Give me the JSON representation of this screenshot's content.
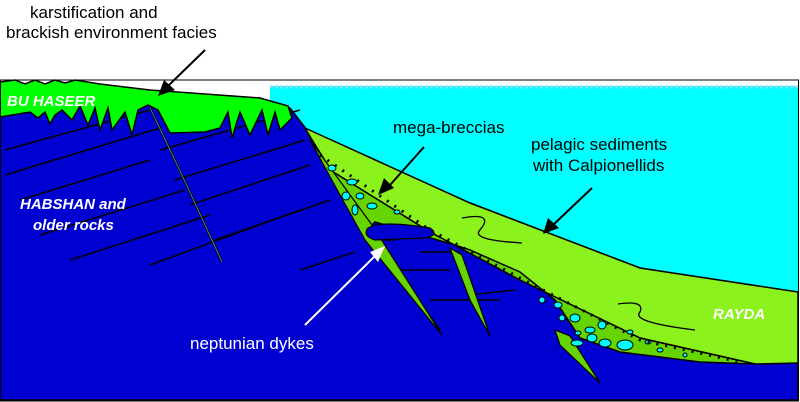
{
  "colors": {
    "sea": "#00ffff",
    "basement": "#0000d0",
    "bu_haseer": "#00ff00",
    "pelagic": "#8cf21e",
    "breccia": "#66d400",
    "outline": "#000000"
  },
  "labels": {
    "karst_line1": "karstification and",
    "karst_line2": "brackish environment facies",
    "bu_haseer": "BU HASEER",
    "habshan_line1": "HABSHAN and",
    "habshan_line2": "older rocks",
    "mega_breccias": "mega-breccias",
    "pelagic_line1": "pelagic sediments",
    "pelagic_line2": "with Calpionellids",
    "neptunian": "neptunian dykes",
    "rayda": "RAYDA"
  }
}
